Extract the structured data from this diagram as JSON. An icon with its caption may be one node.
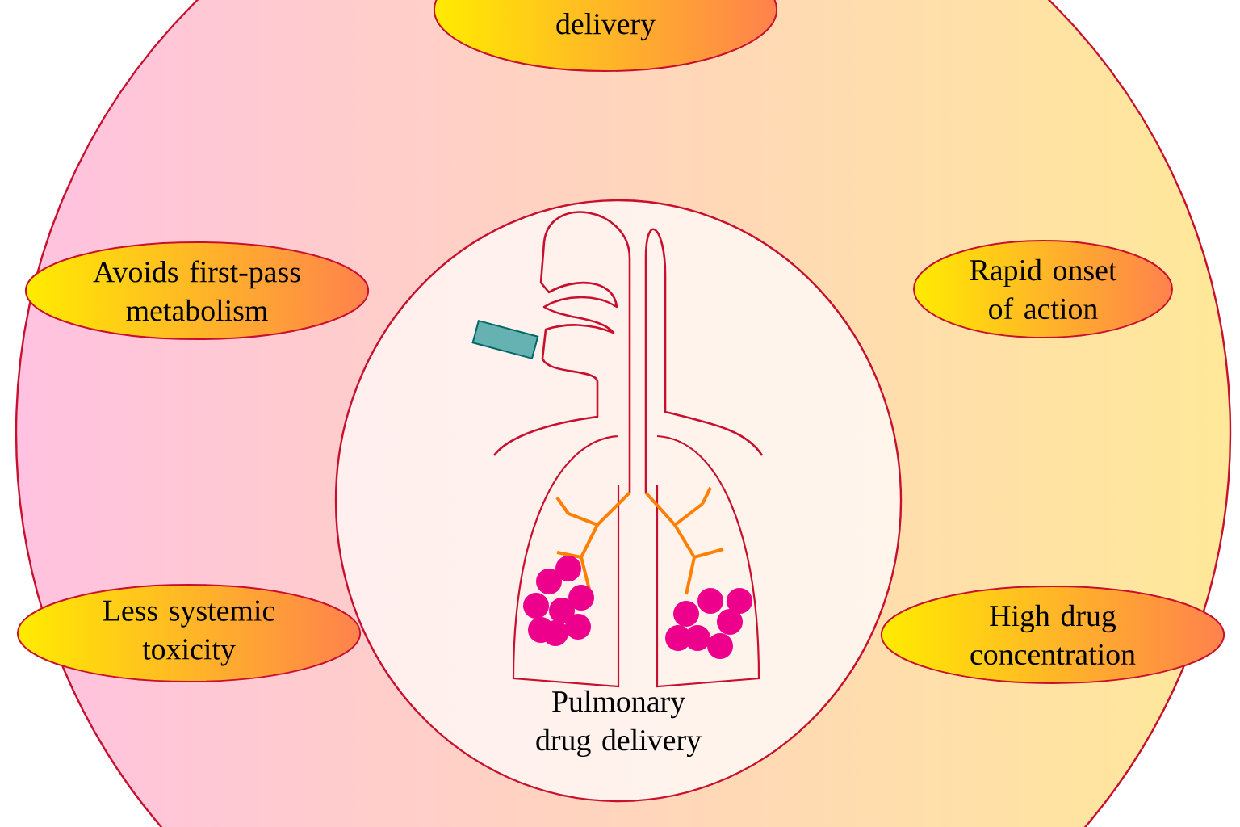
{
  "diagram": {
    "nodes": [
      {
        "text": [],
        "shape": "circle"
      },
      {
        "text": [
          "delivery"
        ],
        "in": 0
      },
      {
        "text": [
          "Avoids first-pass metabolism"
        ],
        "in": 0
      },
      {
        "text": [
          "Rapid onset of action"
        ],
        "in": 0
      },
      {
        "text": [
          "Pulmonary drug delivery"
        ],
        "in": 0
      },
      {
        "text": [
          "Less systemic toxicity"
        ],
        "in": 0
      },
      {
        "text": [
          "High drug concentration"
        ],
        "in": 0
      }
    ]
  }
}
